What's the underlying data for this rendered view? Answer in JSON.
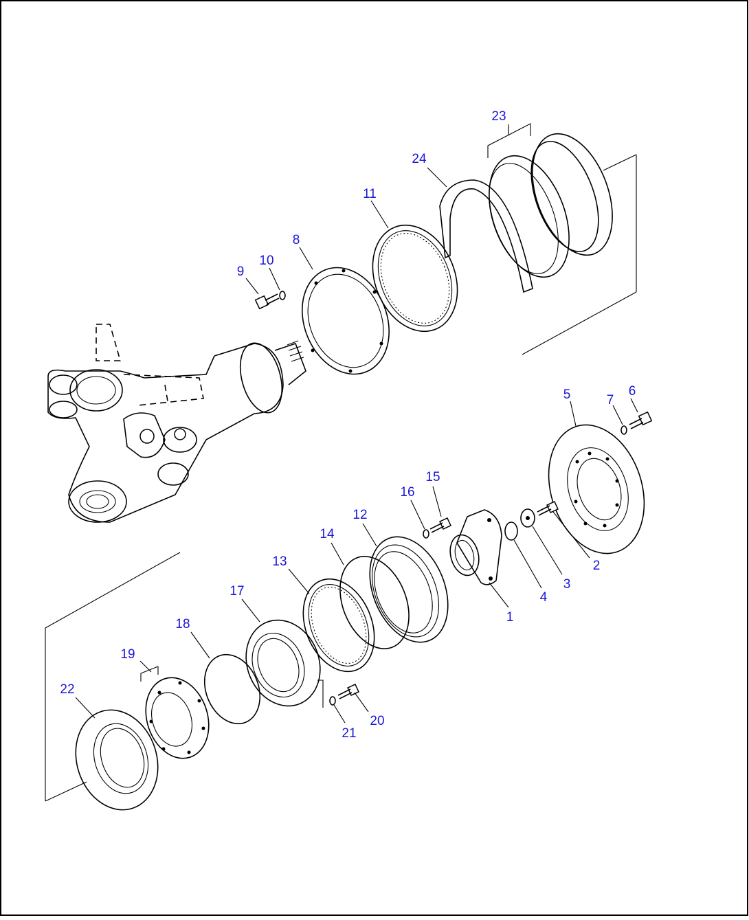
{
  "diagram": {
    "type": "exploded parts diagram",
    "callout_color": "#1a17d8",
    "callouts": [
      {
        "id": "1",
        "label": "1"
      },
      {
        "id": "2",
        "label": "2"
      },
      {
        "id": "3",
        "label": "3"
      },
      {
        "id": "4",
        "label": "4"
      },
      {
        "id": "5",
        "label": "5"
      },
      {
        "id": "6",
        "label": "6"
      },
      {
        "id": "7",
        "label": "7"
      },
      {
        "id": "8",
        "label": "8"
      },
      {
        "id": "9",
        "label": "9"
      },
      {
        "id": "10",
        "label": "10"
      },
      {
        "id": "11",
        "label": "11"
      },
      {
        "id": "12",
        "label": "12"
      },
      {
        "id": "13",
        "label": "13"
      },
      {
        "id": "14",
        "label": "14"
      },
      {
        "id": "15",
        "label": "15"
      },
      {
        "id": "16",
        "label": "16"
      },
      {
        "id": "17",
        "label": "17"
      },
      {
        "id": "18",
        "label": "18"
      },
      {
        "id": "19",
        "label": "19"
      },
      {
        "id": "20",
        "label": "20"
      },
      {
        "id": "21",
        "label": "21"
      },
      {
        "id": "22",
        "label": "22"
      },
      {
        "id": "23",
        "label": "23"
      },
      {
        "id": "24",
        "label": "24"
      }
    ]
  }
}
